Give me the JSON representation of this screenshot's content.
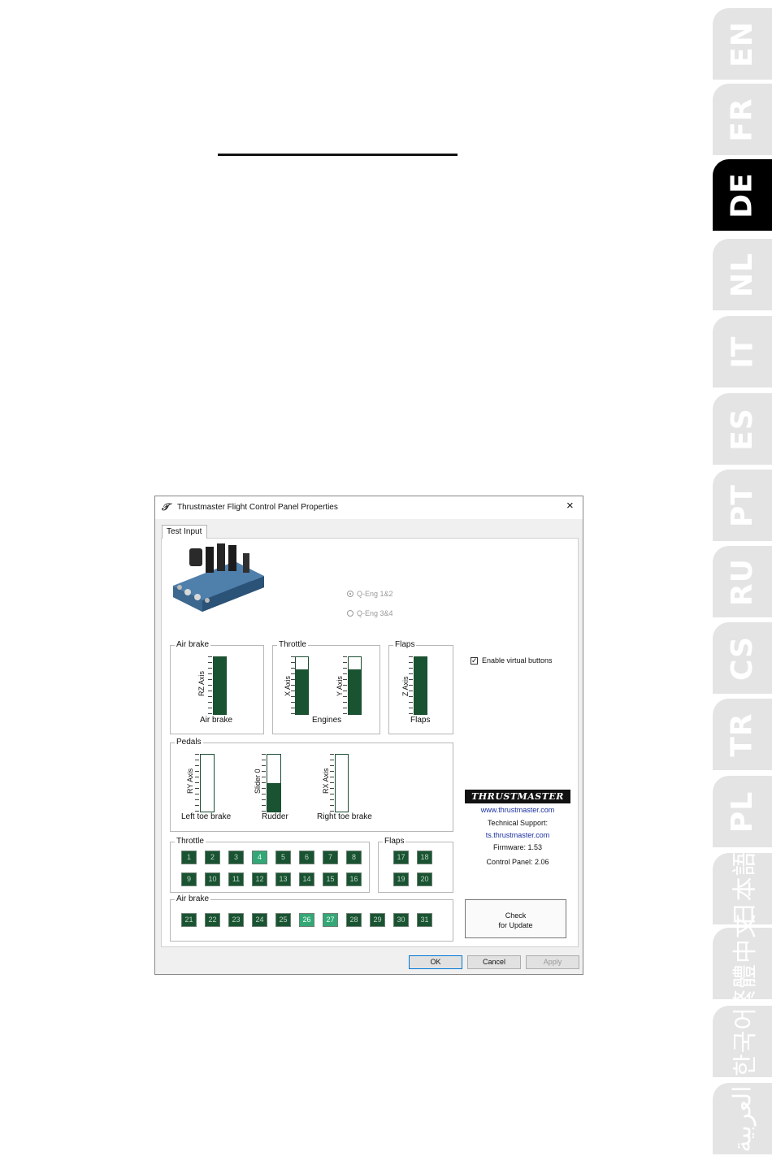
{
  "languages": [
    {
      "code": "EN",
      "active": false
    },
    {
      "code": "FR",
      "active": false
    },
    {
      "code": "DE",
      "active": true
    },
    {
      "code": "NL",
      "active": false
    },
    {
      "code": "IT",
      "active": false
    },
    {
      "code": "ES",
      "active": false
    },
    {
      "code": "PT",
      "active": false
    },
    {
      "code": "RU",
      "active": false
    },
    {
      "code": "CS",
      "active": false
    },
    {
      "code": "TR",
      "active": false
    },
    {
      "code": "PL",
      "active": false
    },
    {
      "code": "日本語",
      "active": false
    },
    {
      "code": "繁體中文",
      "active": false
    },
    {
      "code": "한국어",
      "active": false
    },
    {
      "code": "العربية",
      "active": false
    }
  ],
  "dialog": {
    "title": "Thrustmaster Flight Control Panel Properties",
    "close_label": "×",
    "tab_label": "Test Input",
    "radios": [
      {
        "label": "Q-Eng 1&2",
        "selected": true
      },
      {
        "label": "Q-Eng 3&4",
        "selected": false
      }
    ],
    "air_brake_group": {
      "label": "Air brake",
      "axis": "RZ Axis",
      "caption": "Air brake",
      "level": 1.0
    },
    "throttle_group": {
      "label": "Throttle",
      "axes": [
        {
          "name": "X Axis",
          "level": 0.79
        },
        {
          "name": "Y Axis",
          "level": 0.79
        }
      ],
      "caption": "Engines"
    },
    "flaps_group": {
      "label": "Flaps",
      "axis": "Z Axis",
      "caption": "Flaps",
      "level": 1.0
    },
    "pedals_group": {
      "label": "Pedals",
      "axes": [
        {
          "name": "RY Axis",
          "caption": "Left toe brake",
          "level": 0.0
        },
        {
          "name": "Slider 0",
          "caption": "Rudder",
          "level": 0.5
        },
        {
          "name": "RX Axis",
          "caption": "Right toe brake",
          "level": 0.0
        }
      ]
    },
    "virtual_buttons_label": "Enable virtual buttons",
    "virtual_buttons_checked": true,
    "throttle_buttons": {
      "label": "Throttle",
      "buttons": [
        "1",
        "2",
        "3",
        "4",
        "5",
        "6",
        "7",
        "8",
        "9",
        "10",
        "11",
        "12",
        "13",
        "14",
        "15",
        "16"
      ],
      "pressed": [
        "4"
      ]
    },
    "flaps_buttons": {
      "label": "Flaps",
      "buttons": [
        "17",
        "18",
        "19",
        "20"
      ],
      "pressed": []
    },
    "air_brake_buttons": {
      "label": "Air brake",
      "buttons": [
        "21",
        "22",
        "23",
        "24",
        "25",
        "26",
        "27",
        "28",
        "29",
        "30",
        "31"
      ],
      "pressed": [
        "26",
        "27"
      ]
    },
    "brand": {
      "logo_text": "THRUSTMASTER",
      "website": "www.thrustmaster.com",
      "support_label": "Technical Support:",
      "support_site": "ts.thrustmaster.com",
      "firmware": "Firmware:  1.53",
      "control_panel": "Control Panel: 2.06"
    },
    "update_button": {
      "line1": "Check",
      "line2": "for Update"
    },
    "footer": {
      "ok": "OK",
      "cancel": "Cancel",
      "apply": "Apply"
    }
  },
  "colors": {
    "bar_fill": "#1a5332",
    "button_pressed": "#34a777",
    "tab_inactive": "#e4e4e4",
    "tab_active": "#000000"
  }
}
